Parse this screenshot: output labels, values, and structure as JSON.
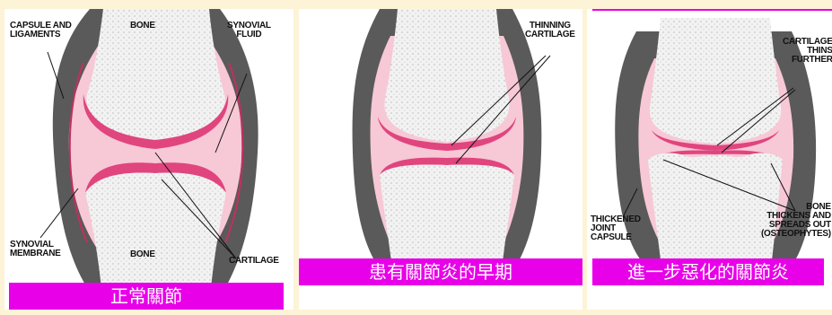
{
  "panels": [
    {
      "caption": "正常關節",
      "labels": {
        "capsule_1": "CAPSULE AND",
        "capsule_2": "LIGAMENTS",
        "bone_top": "BONE",
        "synovial_fluid_1": "SYNOVIAL",
        "synovial_fluid_2": "FLUID",
        "synovial_membrane_1": "SYNOVIAL",
        "synovial_membrane_2": "MEMBRANE",
        "bone_bottom": "BONE",
        "cartilage": "CARTILAGE"
      }
    },
    {
      "caption": "患有關節炎的早期",
      "labels": {
        "thinning_1": "THINNING",
        "thinning_2": "CARTILAGE"
      }
    },
    {
      "caption": "進一步惡化的關節炎",
      "labels": {
        "cart_thins_1": "CARTILAGE",
        "cart_thins_2": "THINS",
        "cart_thins_3": "FURTHER",
        "thick_caps_1": "THICKENED",
        "thick_caps_2": "JOINT",
        "thick_caps_3": "CAPSULE",
        "bone_thick_1": "BONE",
        "bone_thick_2": "THICKENS AND",
        "bone_thick_3": "SPREADS OUT",
        "bone_thick_4": "(OSTEOPHYTES)"
      }
    }
  ],
  "colors": {
    "background": "#fdf3d7",
    "caption_bg": "#e800e8",
    "caption_text": "#ffffff",
    "capsule": "#5a5a5a",
    "cartilage": "#e0457e",
    "synovial_fluid": "#f7c8d6",
    "bone": "#f4f4f4"
  }
}
